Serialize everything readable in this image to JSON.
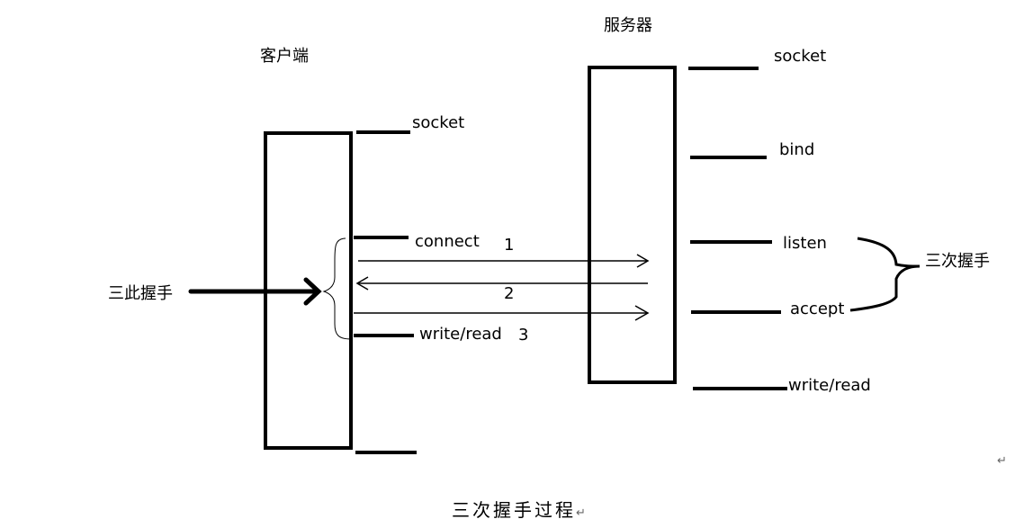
{
  "client": {
    "title": "客户端",
    "labels": {
      "socket": "socket",
      "connect": "connect",
      "write_read": "write/read"
    }
  },
  "server": {
    "title": "服务器",
    "labels": {
      "socket": "socket",
      "bind": "bind",
      "listen": "listen",
      "accept": "accept",
      "write_read": "write/read"
    }
  },
  "handshake": {
    "left_label": "三此握手",
    "right_label": "三次握手",
    "steps": [
      "1",
      "2",
      "3"
    ]
  },
  "caption": "三次握手过程",
  "marks": {
    "return_mark": "↵"
  }
}
